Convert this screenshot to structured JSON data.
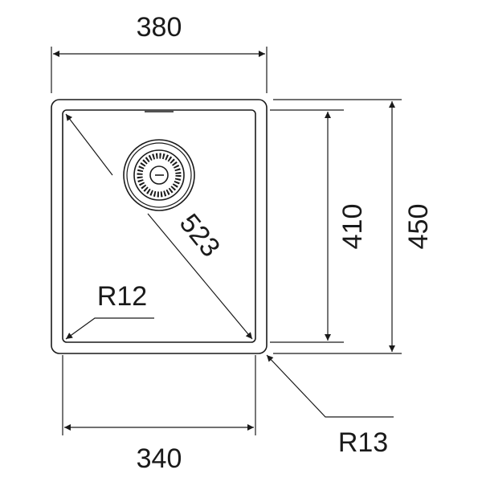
{
  "title": "Sink technical drawing",
  "dimensions": {
    "outer_width": "380",
    "inner_width": "340",
    "inner_depth": "410",
    "outer_depth": "450",
    "diagonal": "523",
    "inner_radius": "R12",
    "outer_radius": "R13"
  },
  "colors": {
    "line": "#1a1a1a",
    "background": "#ffffff"
  }
}
